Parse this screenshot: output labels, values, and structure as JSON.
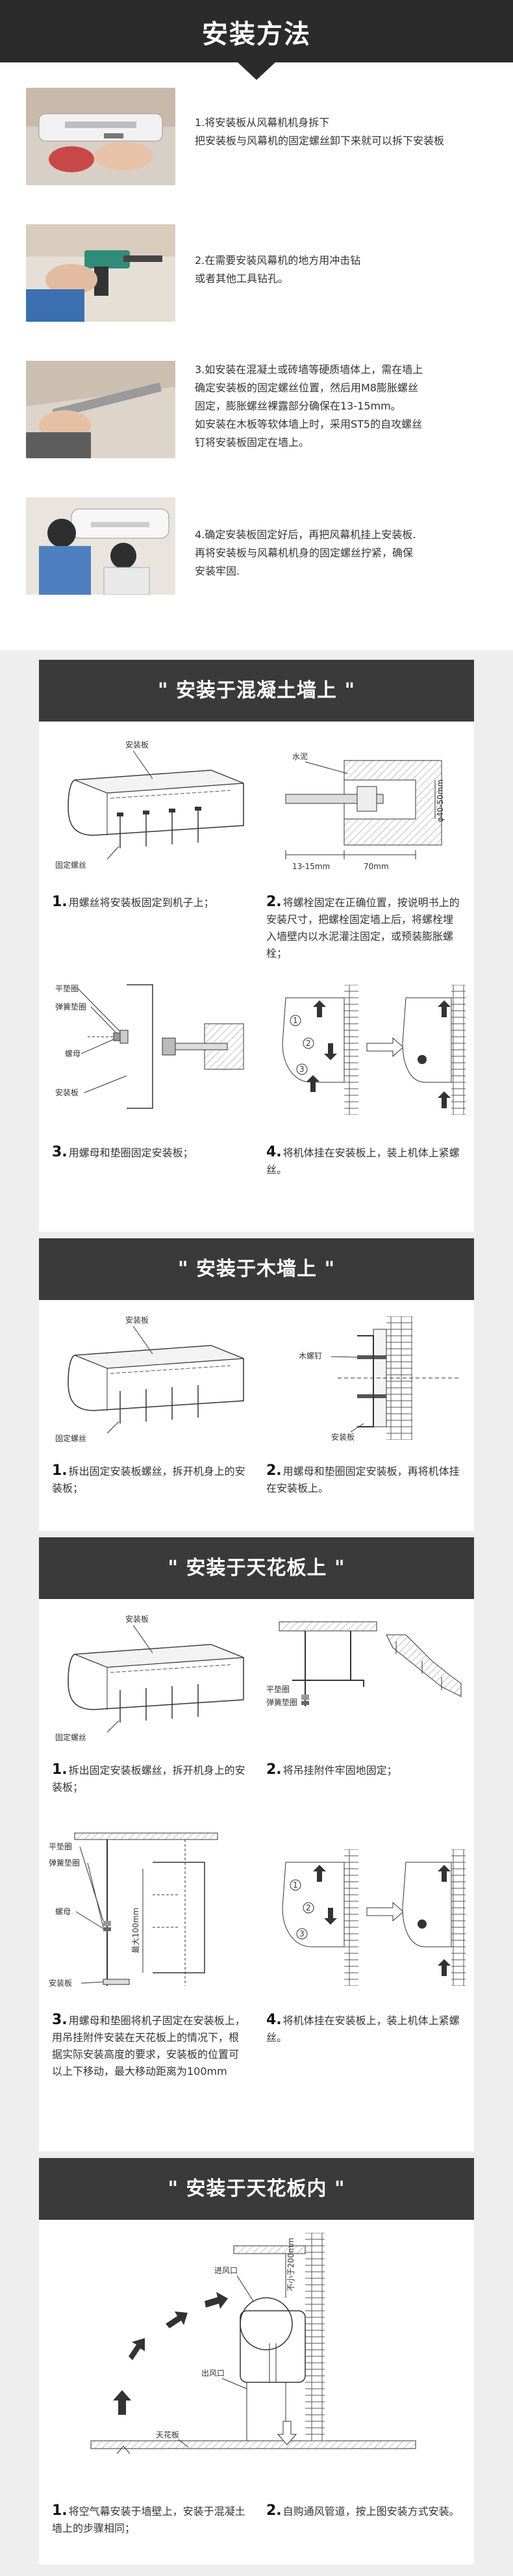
{
  "header": {
    "title": "安装方法"
  },
  "steps": [
    {
      "text": "1.将安装板从风幕机机身拆下\n把安装板与风幕机的固定螺丝卸下来就可以拆下安装板"
    },
    {
      "text": "2.在需要安装风幕机的地方用冲击钻\n或者其他工具钻孔。"
    },
    {
      "text": "3.如安装在混凝土或砖墙等硬质墙体上，需在墙上\n确定安装板的固定螺丝位置，然后用M8膨胀螺丝\n固定，膨胀螺丝裸露部分确保在13-15mm。\n如安装在木板等软体墙上时，采用ST5的自攻螺丝\n钉将安装板固定在墙上。"
    },
    {
      "text": "4.确定安装板固定好后，再把风幕机挂上安装板.\n再将安装板与风幕机机身的固定螺丝拧紧，确保\n安装牢固."
    }
  ],
  "sections": {
    "concrete": {
      "title": "\" 安装于混凝土墙上 \"",
      "labels": {
        "plate": "安装板",
        "screw": "固定螺丝",
        "cement": "水泥",
        "dia": "φ40-50mm",
        "d1": "13-15mm",
        "d2": "70mm",
        "washer": "平垫圈",
        "spring": "弹簧垫圈",
        "nut": "螺母",
        "plate2": "安装板"
      },
      "captions": [
        {
          "n": "1.",
          "text": "用螺丝将安装板固定到机子上；"
        },
        {
          "n": "2.",
          "text": "将螺栓固定在正确位置，按说明书上的安装尺寸，把螺栓固定墙上后，将螺栓埋入墙壁内以水泥灌注固定，或预装膨胀螺栓；"
        },
        {
          "n": "3.",
          "text": "用螺母和垫圈固定安装板；"
        },
        {
          "n": "4.",
          "text": "将机体挂在安装板上，装上机体上紧螺丝。"
        }
      ]
    },
    "wood": {
      "title": "\" 安装于木墙上 \"",
      "labels": {
        "plate": "安装板",
        "screw": "固定螺丝",
        "wscrew": "木螺钉",
        "plate2": "安装板"
      },
      "captions": [
        {
          "n": "1.",
          "text": "拆出固定安装板螺丝，拆开机身上的安装板；"
        },
        {
          "n": "2.",
          "text": "用螺母和垫圈固定安装板，再将机体挂在安装板上。"
        }
      ]
    },
    "ceiling": {
      "title": "\" 安装于天花板上 \"",
      "labels": {
        "plate": "安装板",
        "screw": "固定螺丝",
        "washer": "平垫圈",
        "spring": "弹簧垫圈",
        "nut": "螺母",
        "plate2": "安装板",
        "max": "最大100mm"
      },
      "captions": [
        {
          "n": "1.",
          "text": "拆出固定安装板螺丝，拆开机身上的安装板；"
        },
        {
          "n": "2.",
          "text": "将吊挂附件牢固地固定；"
        },
        {
          "n": "3.",
          "text": "用螺母和垫圈将机子固定在安装板上，用吊挂附件安装在天花板上的情况下，根据实际安装高度的要求，安装板的位置可以上下移动，最大移动距离为100mm"
        },
        {
          "n": "4.",
          "text": "将机体挂在安装板上，装上机体上紧螺丝。"
        }
      ]
    },
    "inside": {
      "title": "\" 安装于天花板内 \"",
      "labels": {
        "inlet": "进风口",
        "outlet": "出风口",
        "ceiling": "天花板",
        "gap": "不小于200mm"
      },
      "captions": [
        {
          "n": "1.",
          "text": "将空气幕安装于墙壁上，安装于混凝土墙上的步骤相同；"
        },
        {
          "n": "2.",
          "text": "自购通风管道，按上图安装方式安装。"
        }
      ]
    }
  }
}
